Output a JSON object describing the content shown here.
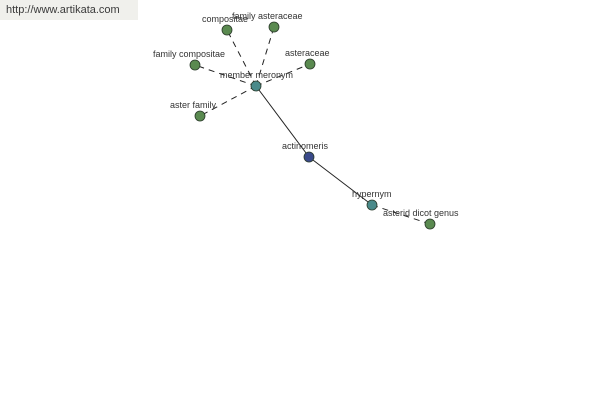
{
  "site": {
    "url": "http://www.artikata.com"
  },
  "colors": {
    "leaf": "#5a8a50",
    "relation": "#4a8a8a",
    "center": "#3a4a8a",
    "edge": "#222222"
  },
  "nodes": {
    "compositae": {
      "label": "compositae",
      "kind": "leaf"
    },
    "family_asteraceae": {
      "label": "family asteraceae",
      "kind": "leaf"
    },
    "family_compositae": {
      "label": "family compositae",
      "kind": "leaf"
    },
    "asteraceae": {
      "label": "asteraceae",
      "kind": "leaf"
    },
    "member_meronym": {
      "label": "member meronym",
      "kind": "relation"
    },
    "aster_family": {
      "label": "aster family",
      "kind": "leaf"
    },
    "actinomeris": {
      "label": "actinomeris",
      "kind": "center"
    },
    "hypernym": {
      "label": "hypernym",
      "kind": "relation"
    },
    "asterid_dicot_genus": {
      "label": "asterid dicot genus",
      "kind": "leaf"
    }
  },
  "edges": [
    {
      "from": "member_meronym",
      "to": "compositae",
      "style": "dashed"
    },
    {
      "from": "member_meronym",
      "to": "family_asteraceae",
      "style": "dashed"
    },
    {
      "from": "member_meronym",
      "to": "family_compositae",
      "style": "dashed"
    },
    {
      "from": "member_meronym",
      "to": "asteraceae",
      "style": "dashed"
    },
    {
      "from": "member_meronym",
      "to": "aster_family",
      "style": "dashed"
    },
    {
      "from": "member_meronym",
      "to": "actinomeris",
      "style": "solid"
    },
    {
      "from": "actinomeris",
      "to": "hypernym",
      "style": "solid"
    },
    {
      "from": "hypernym",
      "to": "asterid_dicot_genus",
      "style": "dashed"
    }
  ]
}
